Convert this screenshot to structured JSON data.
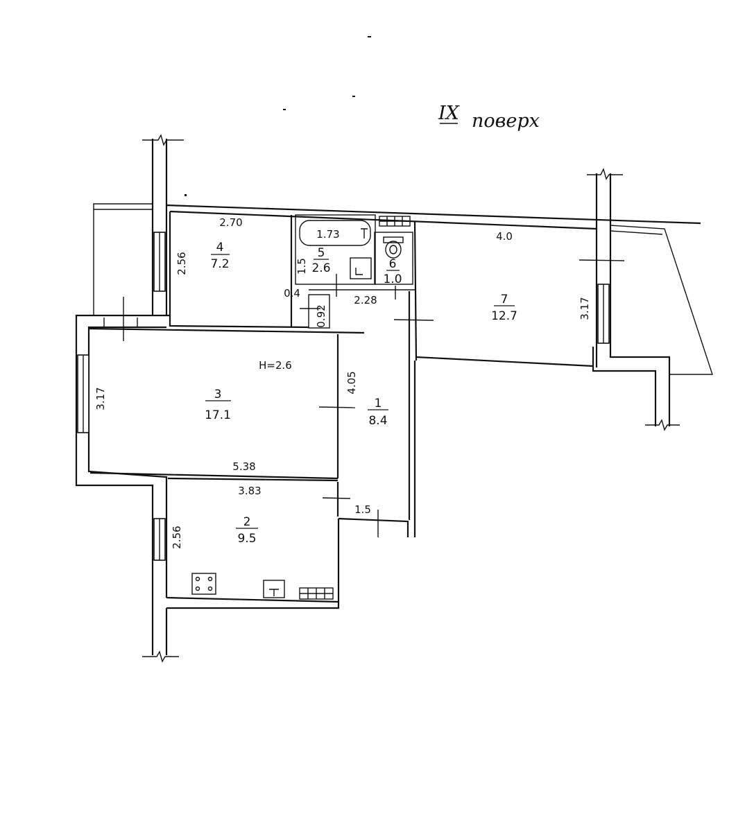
{
  "floor": {
    "numeral": "IX",
    "word": "поверх"
  },
  "ceiling_height": "H=2.6",
  "rooms": [
    {
      "number": "1",
      "area": "8.4"
    },
    {
      "number": "2",
      "area": "9.5"
    },
    {
      "number": "3",
      "area": "17.1"
    },
    {
      "number": "4",
      "area": "7.2"
    },
    {
      "number": "5",
      "area": "2.6"
    },
    {
      "number": "6",
      "area": "1.0"
    },
    {
      "number": "7",
      "area": "12.7"
    }
  ],
  "dimensions": {
    "room4_width": "2.70",
    "room4_depth": "2.56",
    "bath_width": "1.73",
    "bath_depth": "1.5",
    "room7_width": "4.0",
    "room7_depth": "3.17",
    "hall_width": "2.28",
    "niche_a": "0.4",
    "niche_b": "0.92",
    "room3_depth": "3.17",
    "room3_width": "5.38",
    "hall_length": "4.05",
    "kitchen_width": "3.83",
    "kitchen_depth": "2.56",
    "corridor_width": "1.5"
  }
}
